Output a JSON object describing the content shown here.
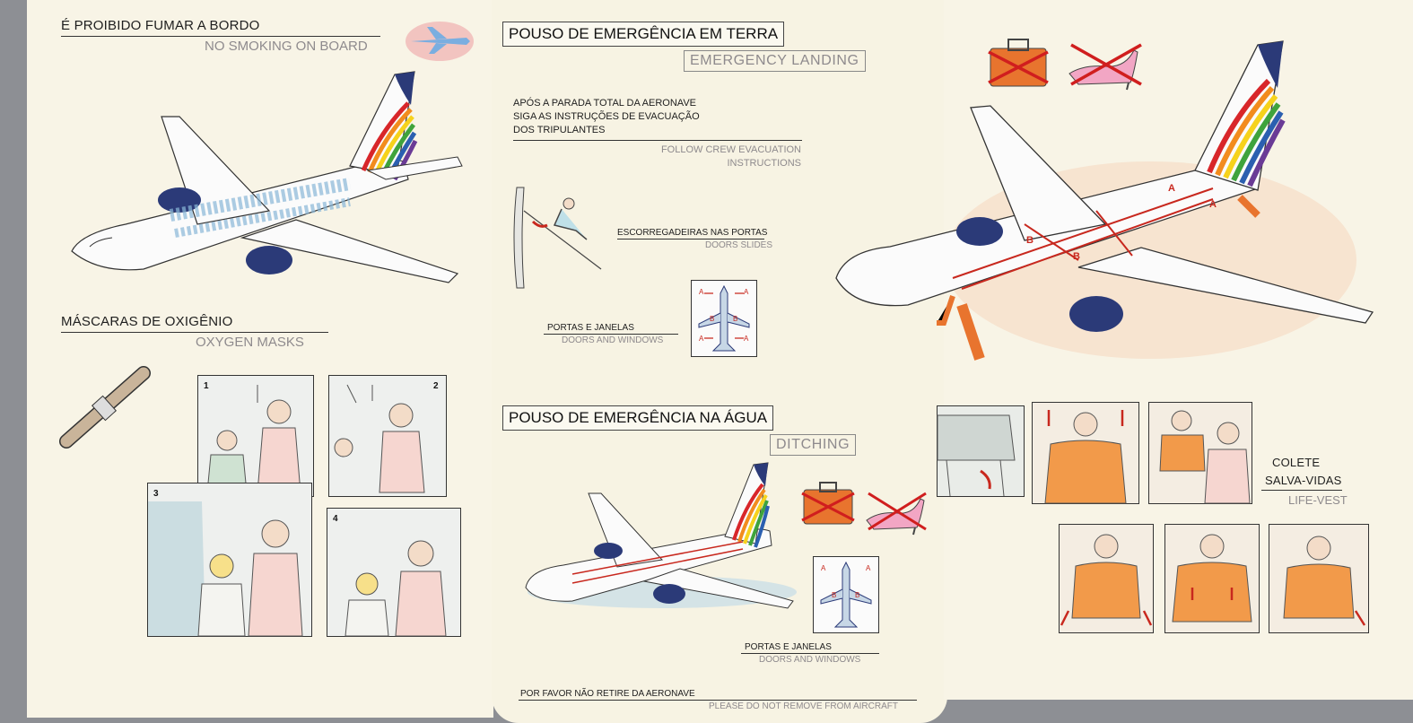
{
  "smoking": {
    "pt": "É PROIBIDO FUMAR A BORDO",
    "en": "NO SMOKING ON BOARD"
  },
  "oxygen": {
    "pt": "MÁSCARAS DE OXIGÊNIO",
    "en": "OXYGEN MASKS",
    "steps": [
      "1",
      "2",
      "3",
      "4"
    ]
  },
  "landing": {
    "title": "POUSO DE EMERGÊNCIA EM TERRA",
    "subtitle": "EMERGENCY LANDING",
    "instruction_pt": [
      "APÓS A PARADA TOTAL DA AERONAVE",
      "SIGA AS INSTRUÇÕES DE EVACUAÇÃO",
      "DOS TRIPULANTES"
    ],
    "instruction_en": [
      "FOLLOW CREW EVACUATION",
      "INSTRUCTIONS"
    ],
    "slides_pt": "ESCORREGADEIRAS NAS PORTAS",
    "slides_en": "DOORS SLIDES",
    "doors_pt": "PORTAS E JANELAS",
    "doors_en": "DOORS AND WINDOWS"
  },
  "ditching": {
    "title": "POUSO DE EMERGÊNCIA NA ÁGUA",
    "subtitle": "DITCHING",
    "doors_pt": "PORTAS E JANELAS",
    "doors_en": "DOORS AND WINDOWS"
  },
  "footer": {
    "pt": "POR FAVOR NÃO RETIRE DA AERONAVE",
    "en": "PLEASE DO NOT REMOVE FROM AIRCRAFT"
  },
  "lifevest": {
    "pt1": "COLETE",
    "pt2": "SALVA-VIDAS",
    "en": "LIFE-VEST"
  },
  "exit_labels": {
    "a": "A",
    "b": "B"
  },
  "colors": {
    "exit_path": "#c8281e",
    "vest": "#f29a4a",
    "engine": "#2b3a78",
    "paper": "#f8f4e6"
  }
}
